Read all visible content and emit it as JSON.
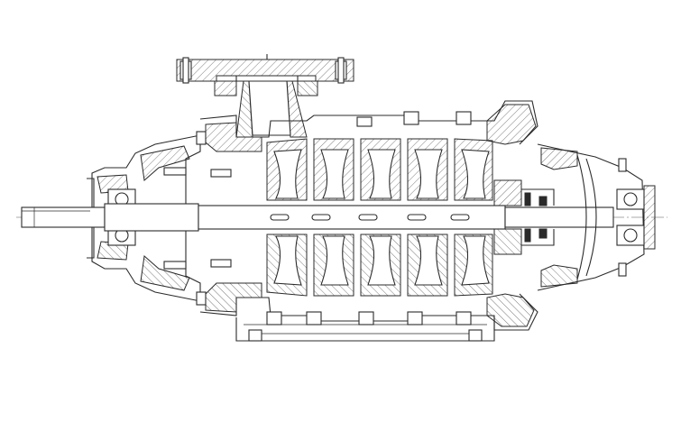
{
  "drawing": {
    "kind": "engineering cross-section",
    "subject": "multistage-centrifugal-pump",
    "line_color": "#2b2b2b",
    "background": "#ffffff",
    "stages": 5,
    "labels": []
  }
}
